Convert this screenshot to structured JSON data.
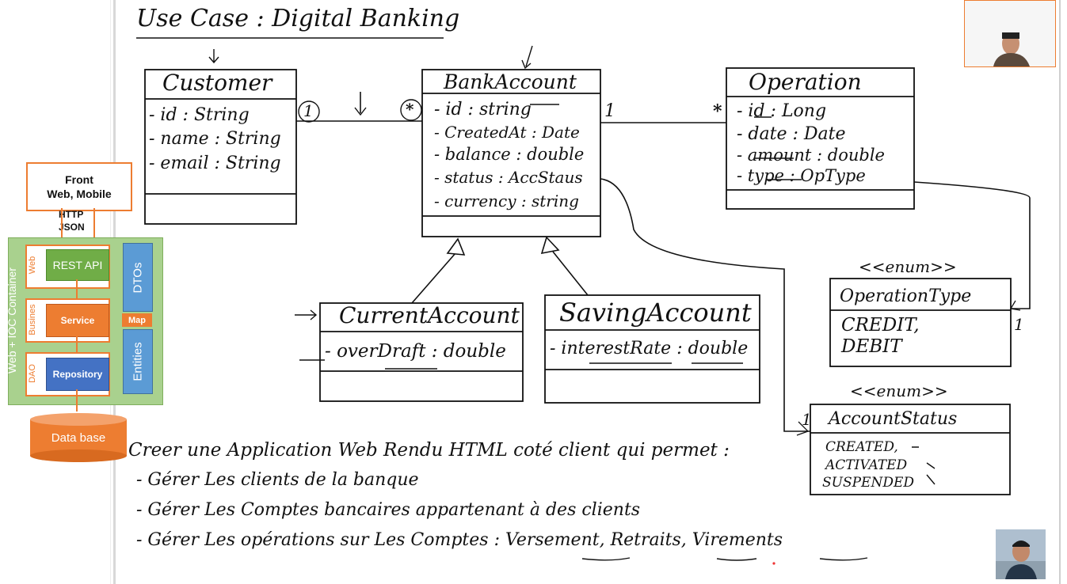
{
  "title": "Use Case : Digital Banking",
  "arch": {
    "front": "Front Web, Mobile",
    "front_line1": "Front",
    "front_line2": "Web, Mobile",
    "http": "HTTP",
    "json": "JSON",
    "container": "Web + IOC Container",
    "layer_web": "Web",
    "layer_business": "Busines",
    "layer_dao": "DAO",
    "rest_api": "REST API",
    "service": "Service",
    "repository": "Repository",
    "dtos": "DTOs",
    "map": "Map",
    "entities": "Entities",
    "database": "Data base"
  },
  "uml": {
    "customer": {
      "name": "Customer",
      "attrs": [
        "- id : String",
        "- name : String",
        "- email : String"
      ]
    },
    "bank_account": {
      "name": "BankAccount",
      "attrs": [
        "- id : string",
        "- CreatedAt : Date",
        "- balance : double",
        "- status : AccStaus",
        "- currency : string"
      ]
    },
    "operation": {
      "name": "Operation",
      "attrs": [
        "- id : Long",
        "- date : Date",
        "- amount : double",
        "- type : OpType"
      ]
    },
    "current_account": {
      "name": "CurrentAccount",
      "attrs": [
        "- overDraft : double"
      ]
    },
    "saving_account": {
      "name": "SavingAccount",
      "attrs": [
        "- interestRate : double"
      ]
    },
    "operation_type": {
      "stereotype": "<<enum>>",
      "name": "OperationType",
      "values": [
        "CREDIT,",
        "DEBIT"
      ]
    },
    "account_status": {
      "stereotype": "<<enum>>",
      "name": "AccountStatus",
      "values": [
        "CREATED,",
        "ACTIVATED",
        "SUSPENDED"
      ]
    },
    "mult_customer": "1",
    "mult_bank_left": "*",
    "mult_bank_right": "1",
    "mult_operation": "*",
    "mult_optype": "1",
    "mult_status": "1"
  },
  "notes": {
    "heading": "Creer une Application Web Rendu HTML coté client qui permet :",
    "items": [
      "- Gérer Les clients de la banque",
      "- Gérer Les Comptes bancaires appartenant à des clients",
      "- Gérer Les opérations sur Les Comptes : Versement, Retraits, Virements"
    ]
  },
  "colors": {
    "orange": "#ed7d31",
    "green": "#70ad47",
    "blue": "#4472c4",
    "container": "#a9d18e"
  }
}
